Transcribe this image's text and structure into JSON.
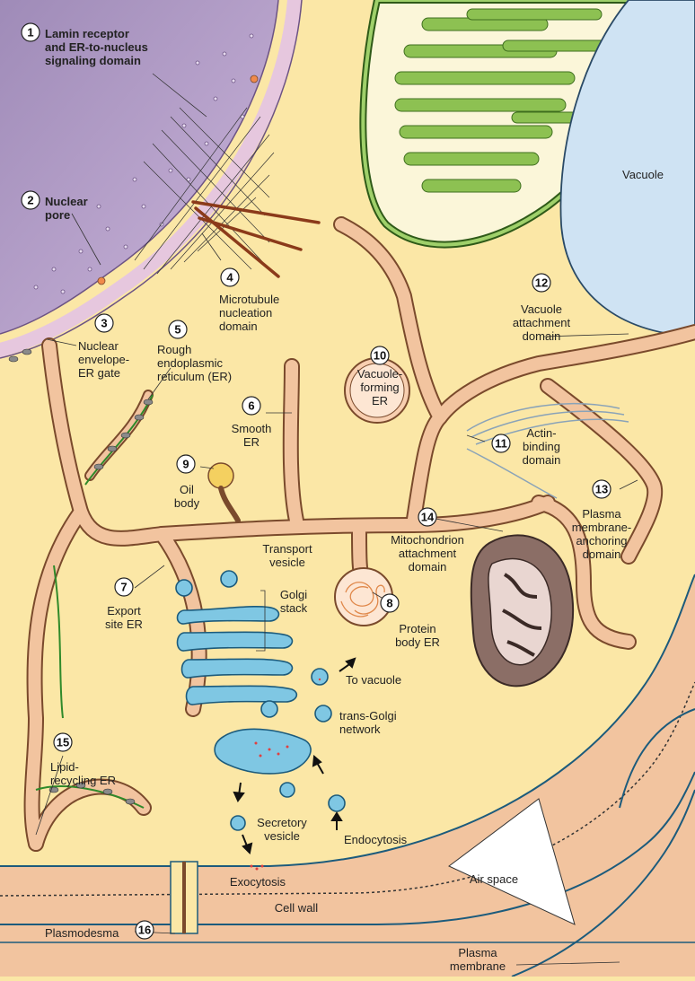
{
  "labels": {
    "lamin": [
      "Lamin receptor",
      "and ER-to-nucleus",
      "signaling domain"
    ],
    "nuclear_pore": [
      "Nuclear",
      "pore"
    ],
    "nuclear_gate": [
      "Nuclear",
      "envelope-",
      "ER gate"
    ],
    "microtubule": [
      "Microtubule",
      "nucleation",
      "domain"
    ],
    "rough_er": [
      "Rough",
      "endoplasmic",
      "reticulum (ER)"
    ],
    "smooth_er": [
      "Smooth",
      "ER"
    ],
    "oil_body": [
      "Oil",
      "body"
    ],
    "export_site": [
      "Export",
      "site ER"
    ],
    "protein_body": [
      "Protein",
      "body ER"
    ],
    "vacuole_forming": [
      "Vacuole-",
      "forming",
      "ER"
    ],
    "actin_binding": [
      "Actin-",
      "binding",
      "domain"
    ],
    "vacuole_attach": [
      "Vacuole",
      "attachment",
      "domain"
    ],
    "pm_anchor": [
      "Plasma",
      "membrane-",
      "anchoring",
      "domain"
    ],
    "mito_attach": [
      "Mitochondrion",
      "attachment",
      "domain"
    ],
    "lipid_recycling": [
      "Lipid-",
      "recycling ER"
    ],
    "plasmodesma": "Plasmodesma",
    "vacuole": "Vacuole",
    "transport_vesicle": [
      "Transport",
      "vesicle"
    ],
    "golgi_stack": [
      "Golgi",
      "stack"
    ],
    "to_vacuole": "To vacuole",
    "trans_golgi": [
      "trans-Golgi",
      "network"
    ],
    "secretory_vesicle": [
      "Secretory",
      "vesicle"
    ],
    "endocytosis": "Endocytosis",
    "exocytosis": "Exocytosis",
    "cell_wall": "Cell wall",
    "air_space": "Air space",
    "plasma_membrane": [
      "Plasma",
      "membrane"
    ]
  },
  "numbers": [
    "1",
    "2",
    "3",
    "4",
    "5",
    "6",
    "7",
    "8",
    "9",
    "10",
    "11",
    "12",
    "13",
    "14",
    "15",
    "16"
  ],
  "colors": {
    "cytoplasm": "#fbe7a6",
    "nucleus": "#b8a0cc",
    "er_tube": "#f2c49f",
    "er_outline": "#7a4a2c",
    "golgi": "#7fc7e3",
    "chloroplast": "#8dc152",
    "vacuole": "#cfe3f3",
    "mitochondrion": "#8b6e66"
  }
}
